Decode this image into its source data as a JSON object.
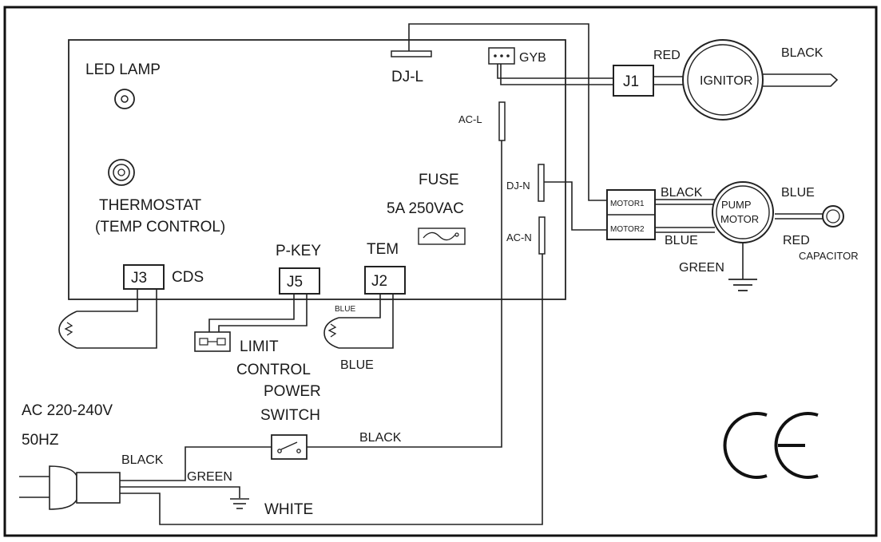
{
  "labels": {
    "led_lamp": "LED LAMP",
    "thermostat": "THERMOSTAT",
    "temp_control": "(TEMP CONTROL)",
    "dj_l": "DJ-L",
    "gyb": "GYB",
    "ac_l": "AC-L",
    "fuse": "FUSE",
    "fuse_rating": "5A 250VAC",
    "dj_n": "DJ-N",
    "ac_n": "AC-N",
    "p_key": "P-KEY",
    "tem": "TEM",
    "cds": "CDS",
    "limit": "LIMIT",
    "control": "CONTROL",
    "power": "POWER",
    "switch": "SWITCH",
    "ac_voltage": "AC 220-240V",
    "frequency": "50HZ",
    "ce_mark": "CE"
  },
  "connectors": {
    "j1": "J1",
    "j2": "J2",
    "j3": "J3",
    "j5": "J5",
    "motor1": "MOTOR1",
    "motor2": "MOTOR2"
  },
  "components": {
    "ignitor": "IGNITOR",
    "pump_motor_line1": "PUMP",
    "pump_motor_line2": "MOTOR",
    "capacitor": "CAPACITOR"
  },
  "wires": {
    "ignitor_red": "RED",
    "ignitor_black": "BLACK",
    "motor_black": "BLACK",
    "motor_blue": "BLUE",
    "motor_blue_right": "BLUE",
    "motor_red": "RED",
    "motor_green": "GREEN",
    "tem_blue_small": "BLUE",
    "tem_blue": "BLUE",
    "switch_black": "BLACK",
    "plug_black": "BLACK",
    "plug_green": "GREEN",
    "plug_white": "WHITE"
  }
}
